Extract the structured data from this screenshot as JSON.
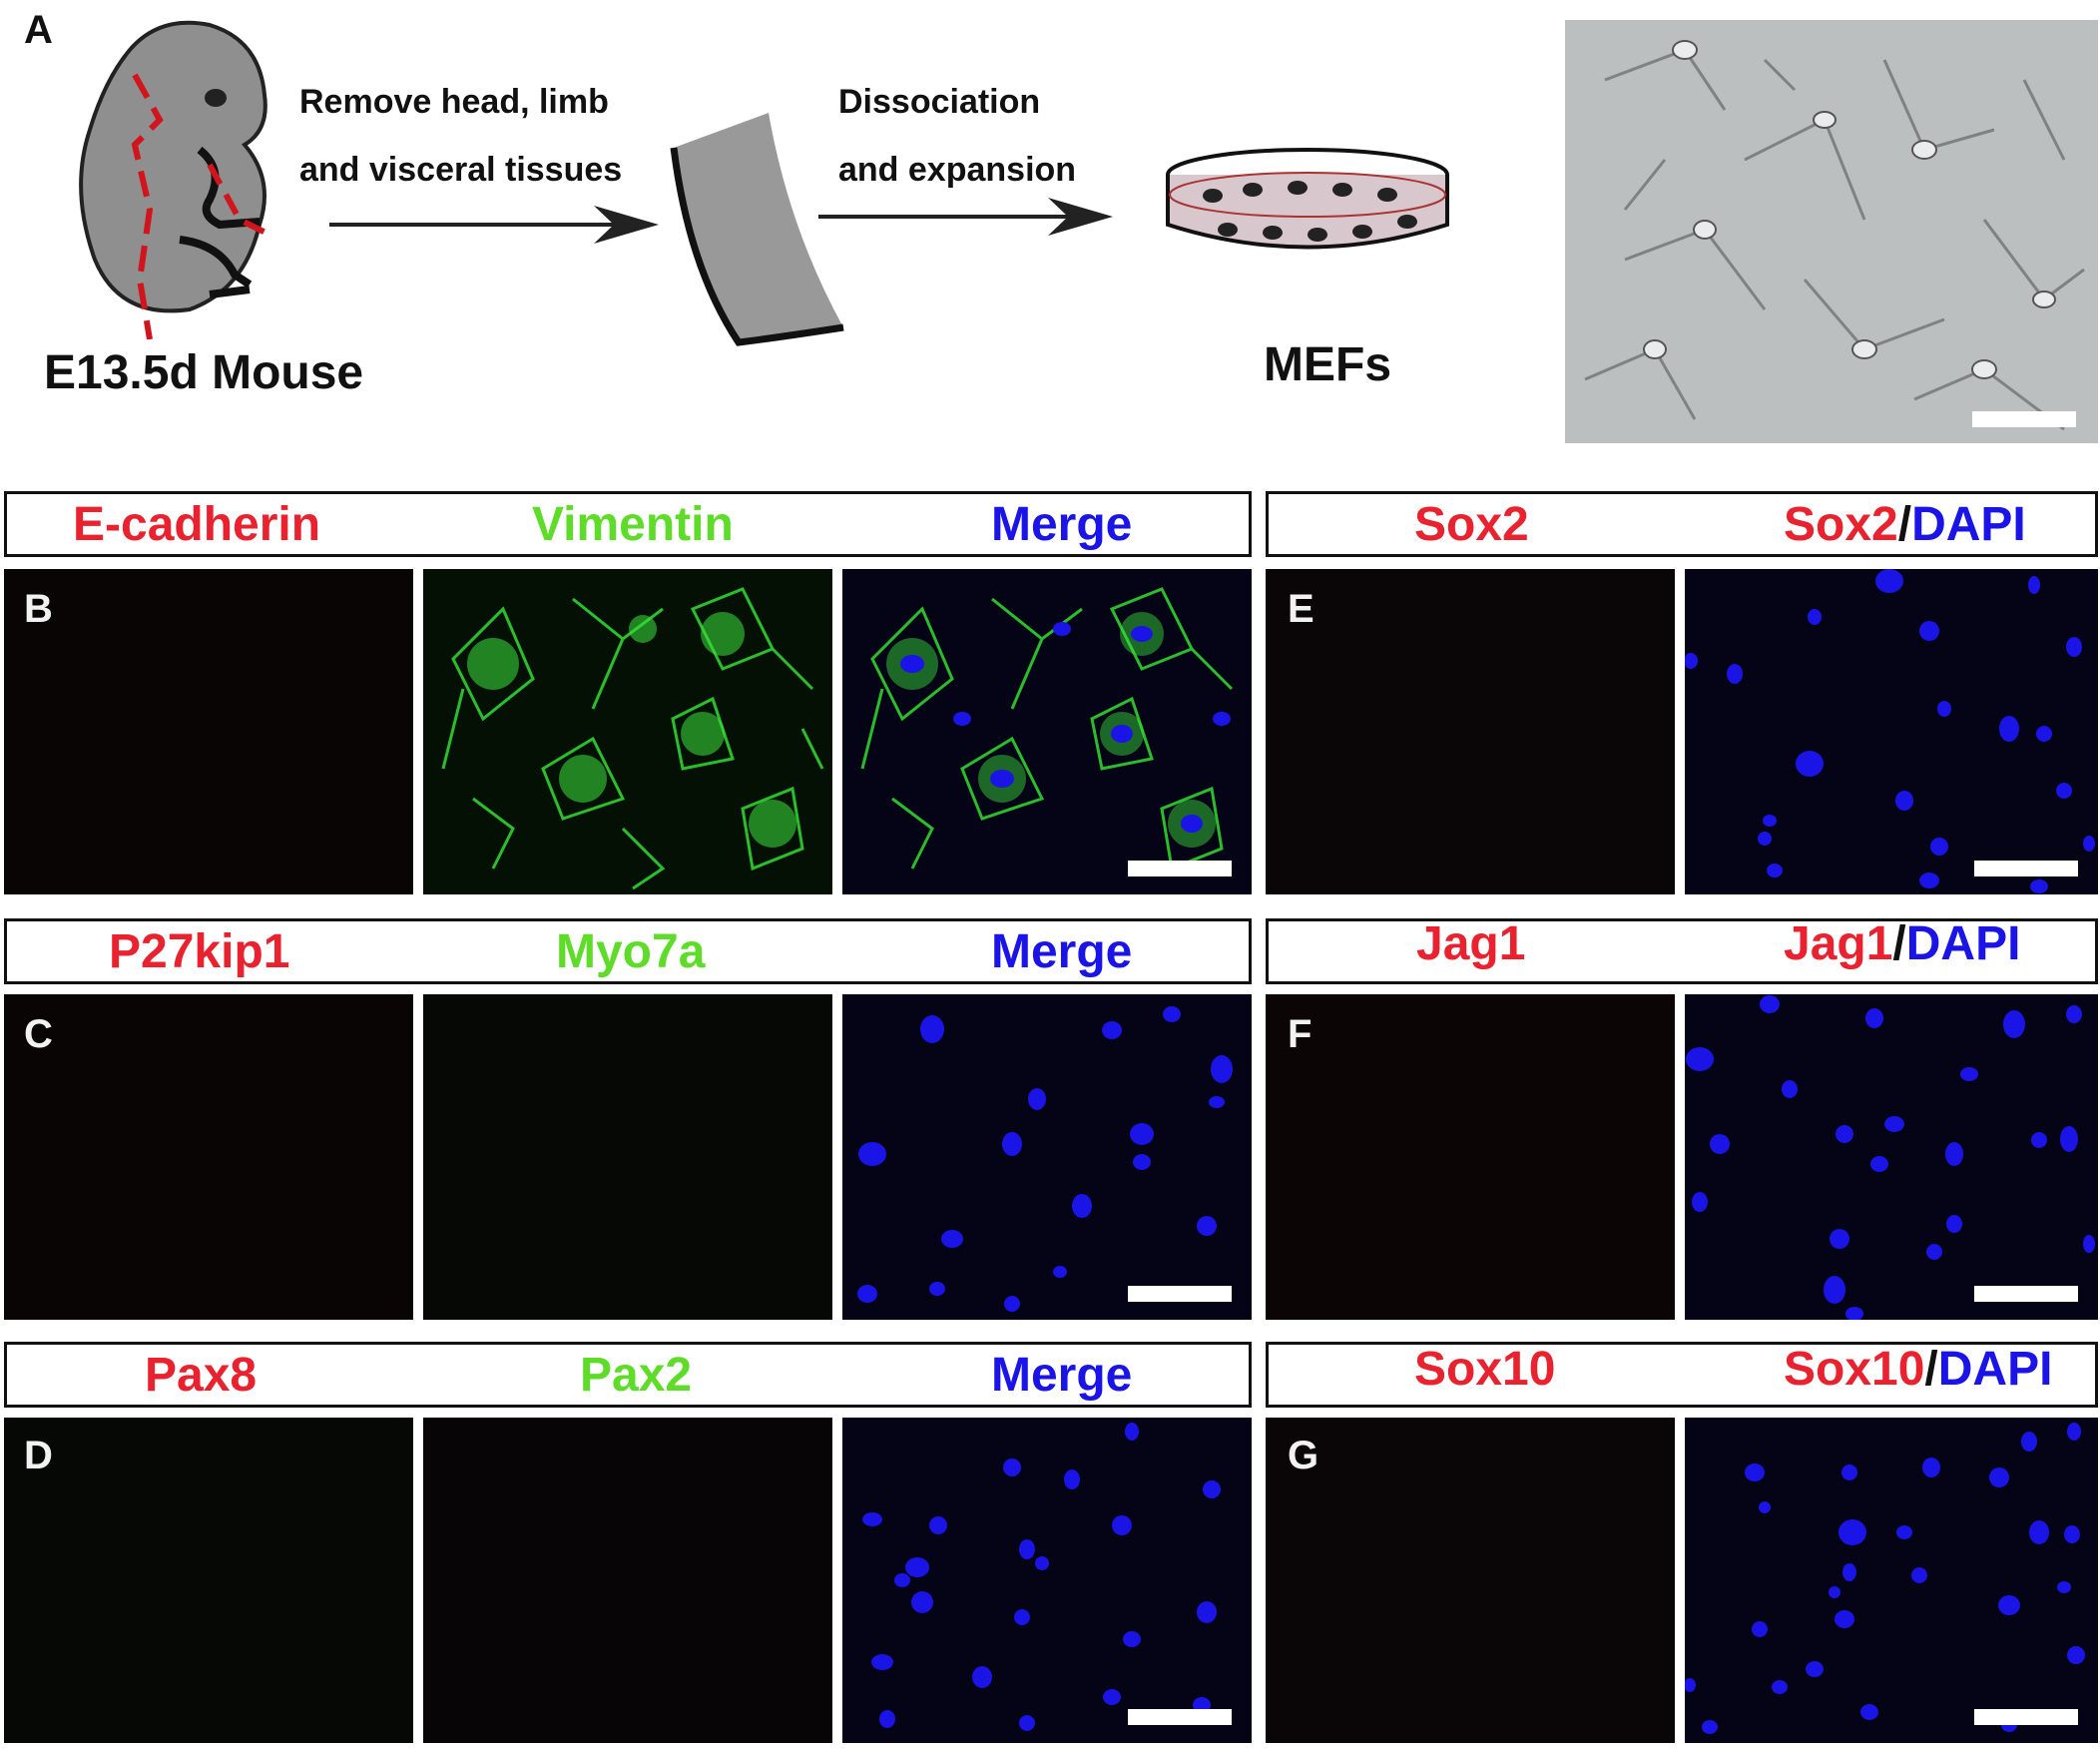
{
  "panel_letters": [
    "A",
    "B",
    "C",
    "D",
    "E",
    "F",
    "G"
  ],
  "panelA": {
    "step1": [
      "Remove head, limb",
      "and visceral tissues"
    ],
    "step2": [
      "Dissociation",
      "and expansion"
    ],
    "embryo_caption": "E13.5d Mouse",
    "dish_caption": "MEFs"
  },
  "headers": {
    "left": [
      {
        "c1": "E-cadherin",
        "c2": "Vimentin",
        "c3": "Merge"
      },
      {
        "c1": "P27kip1",
        "c2": "Myo7a",
        "c3": "Merge"
      },
      {
        "c1": "Pax8",
        "c2": "Pax2",
        "c3": "Merge"
      }
    ],
    "right": [
      {
        "c1": "Sox2",
        "c2a": "Sox2",
        "slash": "/",
        "c2b": "DAPI"
      },
      {
        "c1": "Jag1",
        "c2a": "Jag1",
        "slash": "/",
        "c2b": "DAPI"
      },
      {
        "c1": "Sox10",
        "c2a": "Sox10",
        "slash": "/",
        "c2b": "DAPI"
      }
    ]
  },
  "colors": {
    "marker_red": "#e8222f",
    "marker_green": "#5fdc29",
    "dapi_blue": "#1a14e6",
    "embryo_gray": "#8f8f8f",
    "dish_fill": "#d8c8ce"
  }
}
